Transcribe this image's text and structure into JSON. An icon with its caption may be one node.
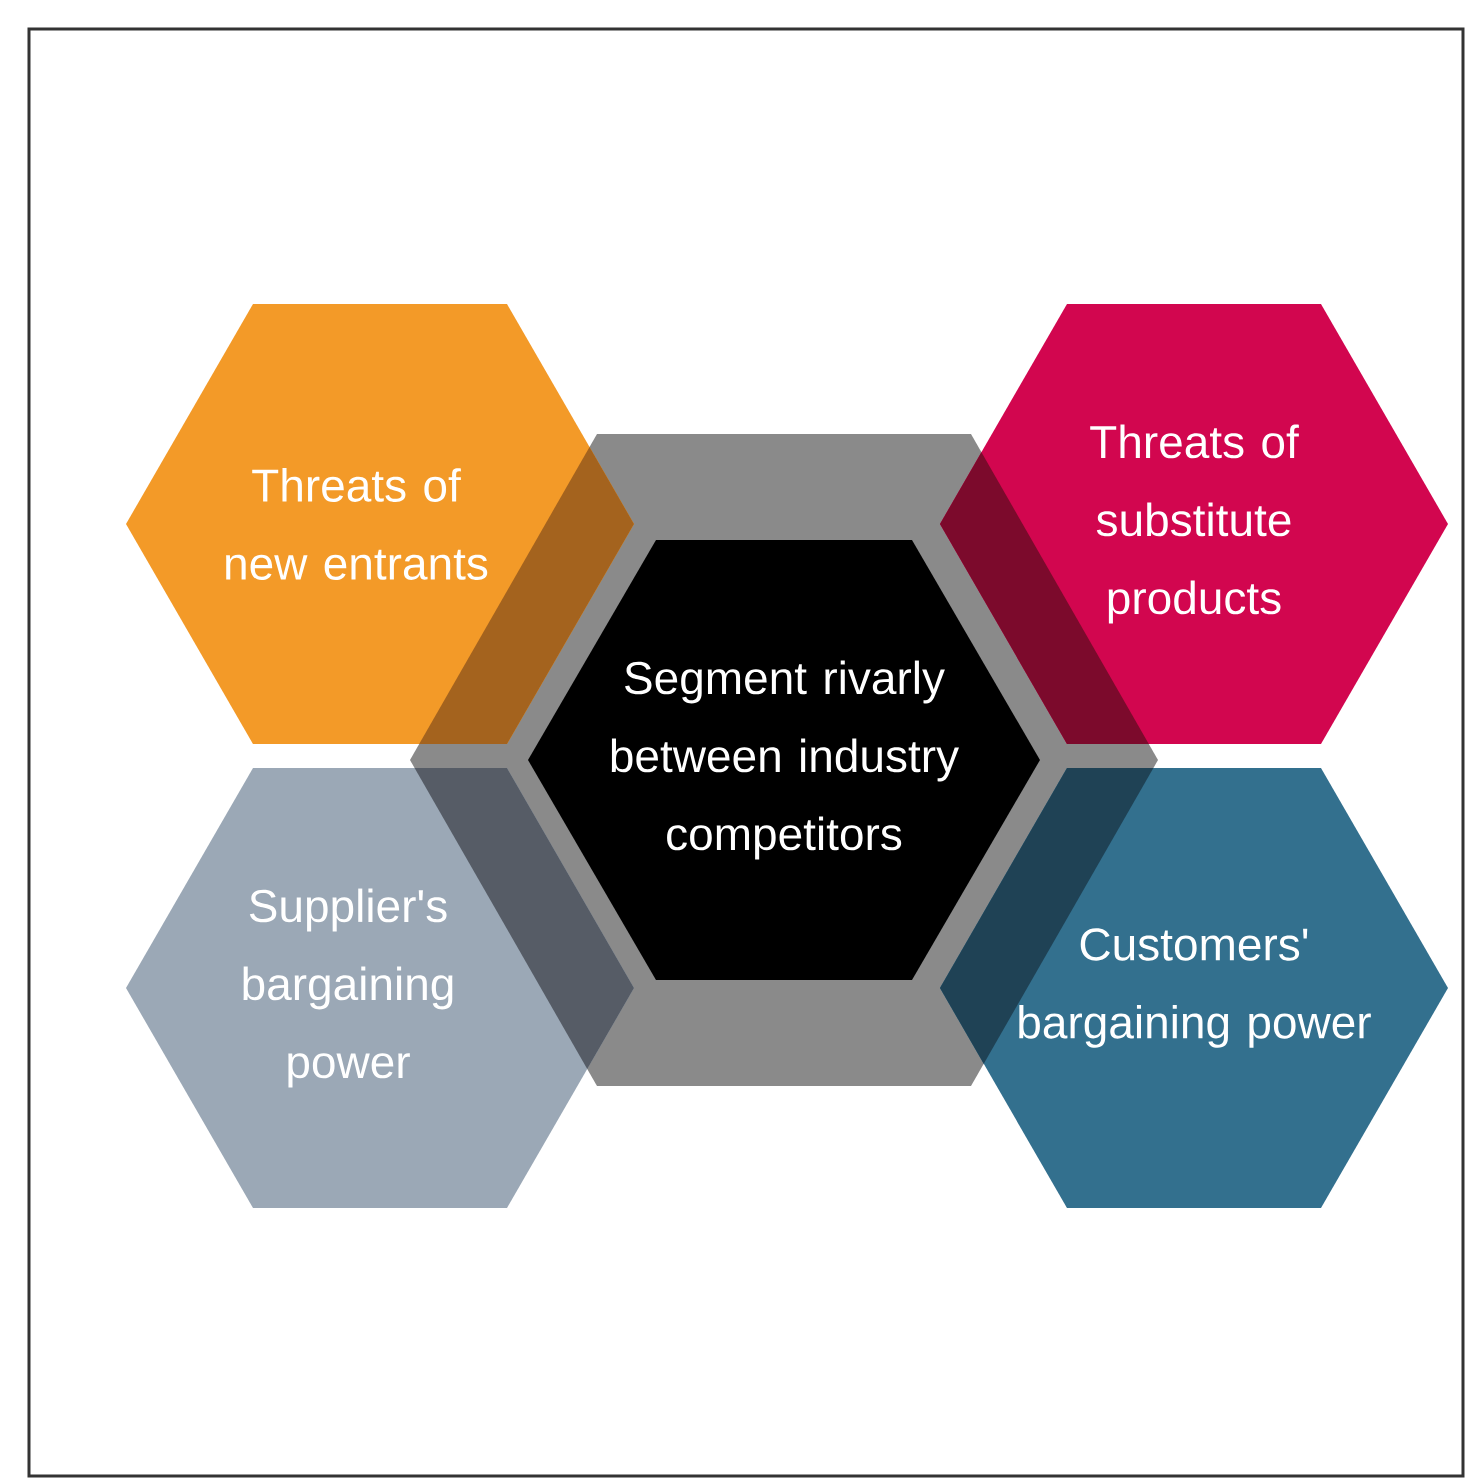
{
  "diagram": {
    "nodes": [
      {
        "text": [
          "Threats of new entrants"
        ]
      },
      {
        "text": [
          "Threats of substitute products"
        ]
      },
      {
        "text": [
          "Segment rivarly between industry competitors"
        ]
      },
      {
        "text": [
          "Supplier's bargaining power"
        ]
      },
      {
        "text": [
          "Customers' bargaining power"
        ]
      }
    ]
  }
}
